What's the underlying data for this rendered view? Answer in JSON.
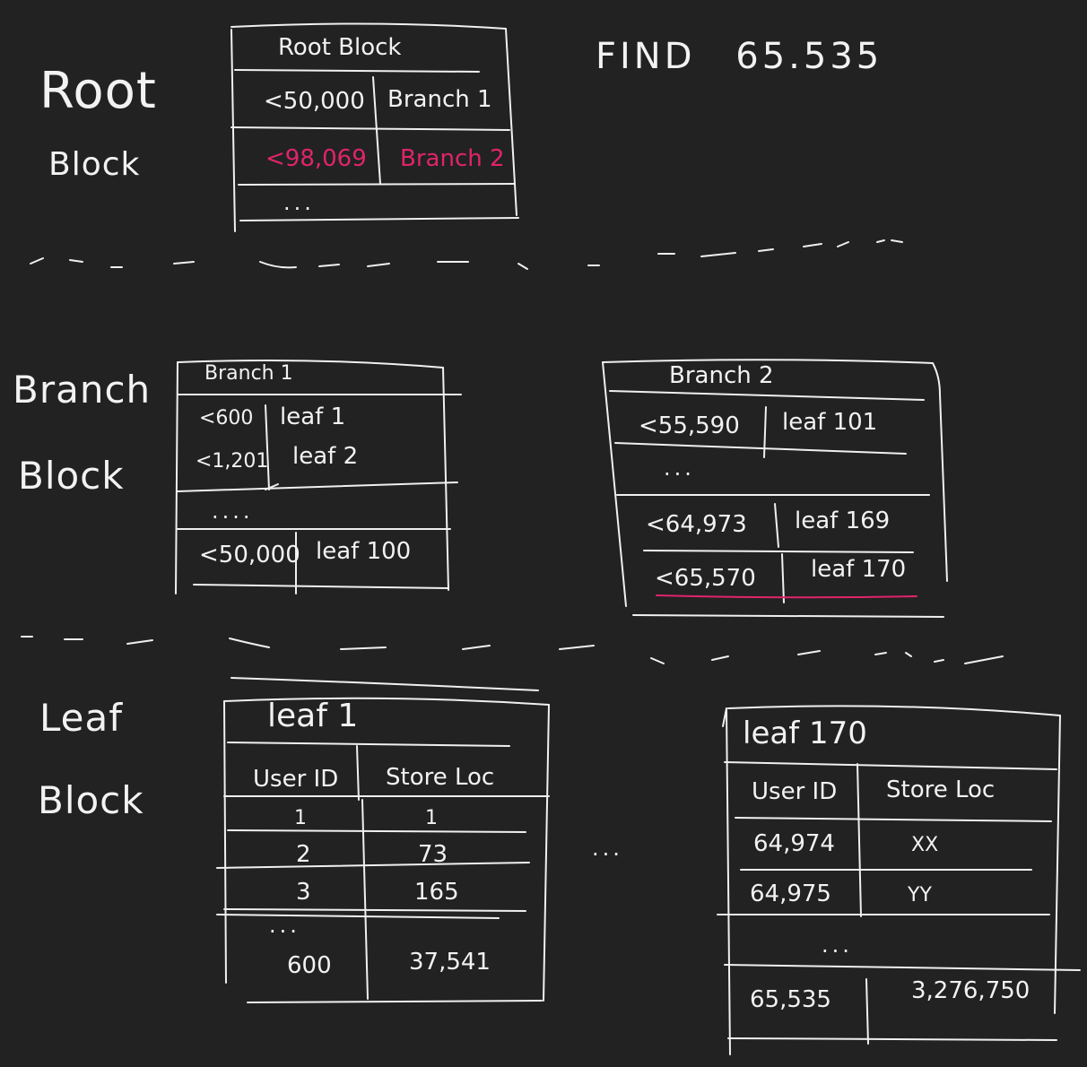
{
  "find": {
    "label": "FIND",
    "value": "65.535"
  },
  "levels": {
    "root": {
      "line1": "Root",
      "line2": "Block"
    },
    "branch": {
      "line1": "Branch",
      "line2": "Block"
    },
    "leaf": {
      "line1": "Leaf",
      "line2": "Block"
    }
  },
  "root_block": {
    "title": "Root Block",
    "rows": [
      {
        "key": "<50,000",
        "ptr": "Branch 1",
        "highlight": false
      },
      {
        "key": "<98,069",
        "ptr": "Branch 2",
        "highlight": true
      }
    ],
    "ellipsis": "..."
  },
  "branch1": {
    "title": "Branch 1",
    "rows_top": [
      {
        "key": "<600",
        "ptr": "leaf 1"
      },
      {
        "key": "<1,201",
        "ptr": "leaf 2"
      }
    ],
    "ellipsis": "....",
    "rows_bottom": [
      {
        "key": "<50,000",
        "ptr": "leaf 100"
      }
    ]
  },
  "branch2": {
    "title": "Branch 2",
    "rows_top": [
      {
        "key": "<55,590",
        "ptr": "leaf 101"
      }
    ],
    "ellipsis": "...",
    "rows_bottom": [
      {
        "key": "<64,973",
        "ptr": "leaf 169"
      },
      {
        "key": "<65,570",
        "ptr": "leaf 170"
      }
    ]
  },
  "leaf1": {
    "title": "leaf 1",
    "columns": [
      "User ID",
      "Store Loc"
    ],
    "rows": [
      {
        "id": "1",
        "loc": "1"
      },
      {
        "id": "2",
        "loc": "73"
      },
      {
        "id": "3",
        "loc": "165"
      }
    ],
    "ellipsis": "...",
    "last_row": {
      "id": "600",
      "loc": "37,541"
    }
  },
  "between_leaves": "...",
  "leaf170": {
    "title": "leaf 170",
    "columns": [
      "User ID",
      "Store Loc"
    ],
    "rows": [
      {
        "id": "64,974",
        "loc": "XX"
      },
      {
        "id": "64,975",
        "loc": "YY"
      }
    ],
    "ellipsis": "...",
    "last_row": {
      "id": "65,535",
      "loc": "3,276,750"
    }
  },
  "colors": {
    "background": "#222222",
    "ink": "#f2f2f2",
    "highlight": "#e0246a"
  }
}
